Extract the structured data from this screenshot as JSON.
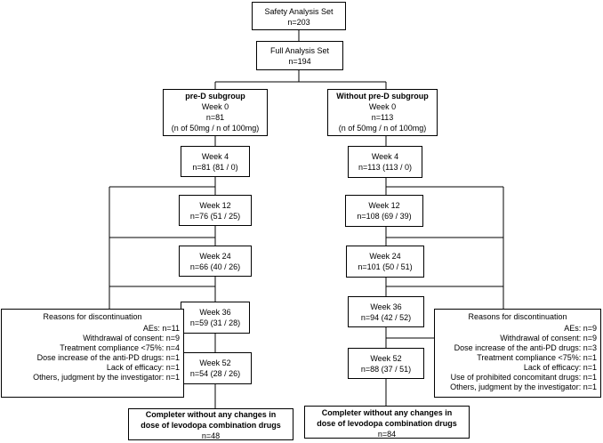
{
  "safety": {
    "title": "Safety Analysis Set",
    "n": "n=203"
  },
  "full": {
    "title": "Full Analysis Set",
    "n": "n=194"
  },
  "left": {
    "group": {
      "title": "pre-D subgroup",
      "week": "Week 0",
      "n": "n=81",
      "note": "(n of 50mg / n of 100mg)"
    },
    "weeks": [
      {
        "week": "Week 4",
        "n": "n=81 (81 / 0)"
      },
      {
        "week": "Week 12",
        "n": "n=76 (51 / 25)"
      },
      {
        "week": "Week 24",
        "n": "n=66 (40 / 26)"
      },
      {
        "week": "Week 36",
        "n": "n=59 (31 / 28)"
      },
      {
        "week": "Week 52",
        "n": "n=54 (28 / 26)"
      }
    ],
    "reasons": {
      "header": "Reasons for discontinuation",
      "items": [
        "AEs: n=11",
        "Withdrawal of consent: n=9",
        "Treatment compliance <75%: n=4",
        "Dose increase of the anti-PD drugs: n=1",
        "Lack of efficacy: n=1",
        "Others, judgment by the investigator: n=1"
      ]
    },
    "completer": {
      "line1": "Completer without any changes in",
      "line2": "dose of levodopa combination drugs",
      "n": "n=48"
    }
  },
  "right": {
    "group": {
      "title": "Without pre-D subgroup",
      "week": "Week 0",
      "n": "n=113",
      "note": "(n of 50mg / n of 100mg)"
    },
    "weeks": [
      {
        "week": "Week 4",
        "n": "n=113 (113 / 0)"
      },
      {
        "week": "Week 12",
        "n": "n=108 (69 / 39)"
      },
      {
        "week": "Week 24",
        "n": "n=101 (50 / 51)"
      },
      {
        "week": "Week 36",
        "n": "n=94 (42 / 52)"
      },
      {
        "week": "Week 52",
        "n": "n=88 (37 / 51)"
      }
    ],
    "reasons": {
      "header": "Reasons for discontinuation",
      "items": [
        "AEs: n=9",
        "Withdrawal of consent: n=9",
        "Dose increase of the anti-PD drugs: n=3",
        "Treatment compliance <75%: n=1",
        "Lack of efficacy: n=1",
        "Use of prohibited concomitant drugs: n=1",
        "Others, judgment by the investigator: n=1"
      ]
    },
    "completer": {
      "line1": "Completer without any changes in",
      "line2": "dose of levodopa combination drugs",
      "n": "n=84"
    }
  }
}
